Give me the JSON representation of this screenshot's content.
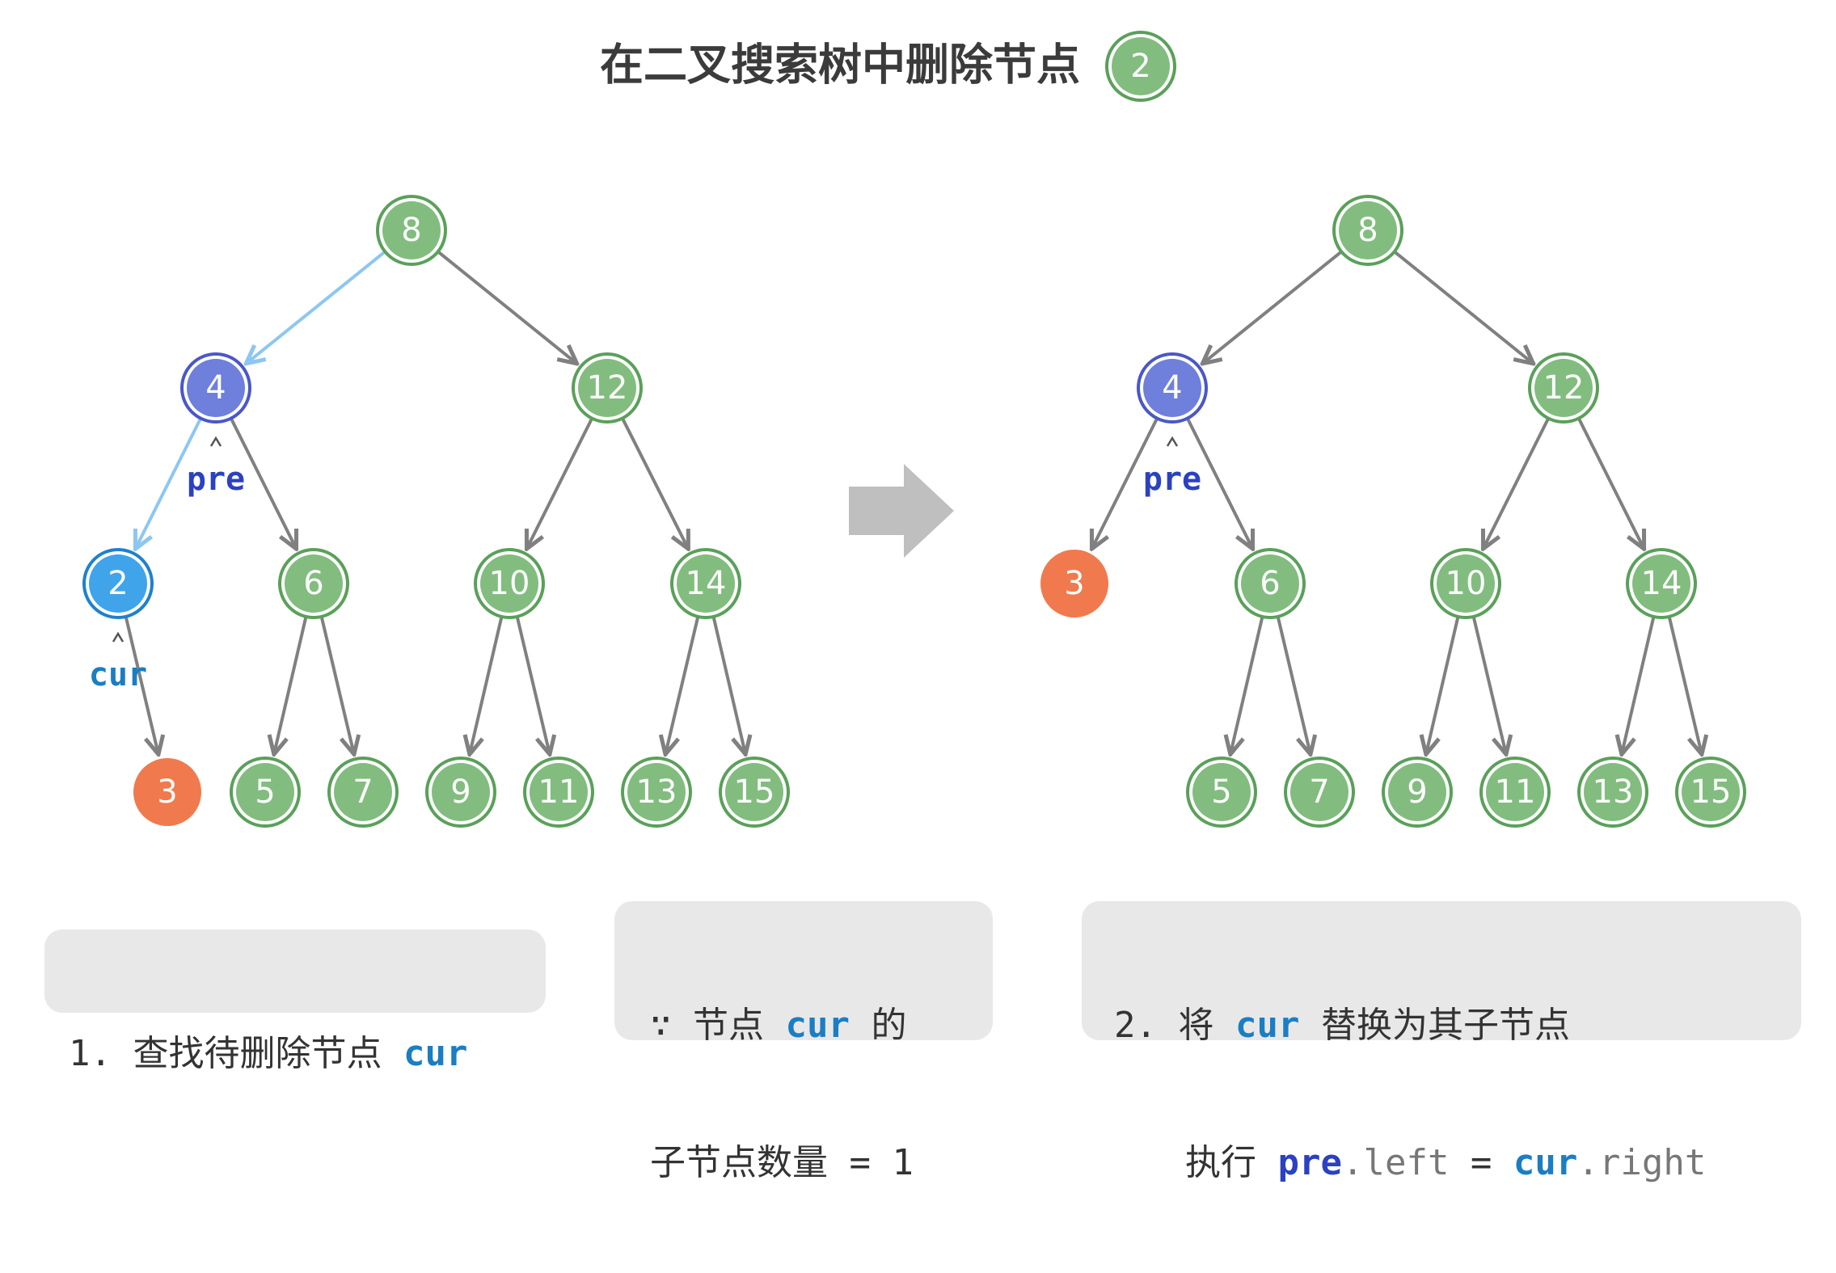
{
  "title": {
    "text": "在二叉搜索树中删除节点",
    "badge_value": "2"
  },
  "colors": {
    "green_node": "#82bd7f",
    "green_ring": "#5aa05a",
    "purple_node": "#6e7fdc",
    "purple_ring": "#4a57c8",
    "blue_node": "#3fa4ea",
    "blue_ring": "#1f80cf",
    "orange_node": "#f07a4d",
    "edge": "#808080",
    "edge_highlight": "#8cc7f2",
    "cur_label": "#1b7ec2",
    "pre_label": "#2b41c2",
    "arrow_gray": "#bfbfbf",
    "caption_bg": "#e8e8e8"
  },
  "before_tree": {
    "nodes": [
      {
        "id": "n8",
        "value": "8",
        "style": "green"
      },
      {
        "id": "n4",
        "value": "4",
        "style": "purple"
      },
      {
        "id": "n12",
        "value": "12",
        "style": "green"
      },
      {
        "id": "n2",
        "value": "2",
        "style": "blue"
      },
      {
        "id": "n6",
        "value": "6",
        "style": "green"
      },
      {
        "id": "n10",
        "value": "10",
        "style": "green"
      },
      {
        "id": "n14",
        "value": "14",
        "style": "green"
      },
      {
        "id": "n3",
        "value": "3",
        "style": "orange"
      },
      {
        "id": "n5",
        "value": "5",
        "style": "green"
      },
      {
        "id": "n7",
        "value": "7",
        "style": "green"
      },
      {
        "id": "n9",
        "value": "9",
        "style": "green"
      },
      {
        "id": "n11",
        "value": "11",
        "style": "green"
      },
      {
        "id": "n13",
        "value": "13",
        "style": "green"
      },
      {
        "id": "n15",
        "value": "15",
        "style": "green"
      }
    ],
    "edges": [
      {
        "from": "n8",
        "to": "n4",
        "highlight": true
      },
      {
        "from": "n8",
        "to": "n12",
        "highlight": false
      },
      {
        "from": "n4",
        "to": "n2",
        "highlight": true
      },
      {
        "from": "n4",
        "to": "n6",
        "highlight": false
      },
      {
        "from": "n12",
        "to": "n10",
        "highlight": false
      },
      {
        "from": "n12",
        "to": "n14",
        "highlight": false
      },
      {
        "from": "n2",
        "to": "n3",
        "highlight": false
      },
      {
        "from": "n6",
        "to": "n5",
        "highlight": false
      },
      {
        "from": "n6",
        "to": "n7",
        "highlight": false
      },
      {
        "from": "n10",
        "to": "n9",
        "highlight": false
      },
      {
        "from": "n10",
        "to": "n11",
        "highlight": false
      },
      {
        "from": "n14",
        "to": "n13",
        "highlight": false
      },
      {
        "from": "n14",
        "to": "n15",
        "highlight": false
      }
    ],
    "pointers": [
      {
        "node": "n4",
        "label": "pre"
      },
      {
        "node": "n2",
        "label": "cur"
      }
    ]
  },
  "after_tree": {
    "nodes": [
      {
        "id": "n8",
        "value": "8",
        "style": "green"
      },
      {
        "id": "n4",
        "value": "4",
        "style": "purple"
      },
      {
        "id": "n12",
        "value": "12",
        "style": "green"
      },
      {
        "id": "n3",
        "value": "3",
        "style": "orange"
      },
      {
        "id": "n6",
        "value": "6",
        "style": "green"
      },
      {
        "id": "n10",
        "value": "10",
        "style": "green"
      },
      {
        "id": "n14",
        "value": "14",
        "style": "green"
      },
      {
        "id": "n5",
        "value": "5",
        "style": "green"
      },
      {
        "id": "n7",
        "value": "7",
        "style": "green"
      },
      {
        "id": "n9",
        "value": "9",
        "style": "green"
      },
      {
        "id": "n11",
        "value": "11",
        "style": "green"
      },
      {
        "id": "n13",
        "value": "13",
        "style": "green"
      },
      {
        "id": "n15",
        "value": "15",
        "style": "green"
      }
    ],
    "edges": [
      {
        "from": "n8",
        "to": "n4",
        "highlight": false
      },
      {
        "from": "n8",
        "to": "n12",
        "highlight": false
      },
      {
        "from": "n4",
        "to": "n3",
        "highlight": false
      },
      {
        "from": "n4",
        "to": "n6",
        "highlight": false
      },
      {
        "from": "n12",
        "to": "n10",
        "highlight": false
      },
      {
        "from": "n12",
        "to": "n14",
        "highlight": false
      },
      {
        "from": "n6",
        "to": "n5",
        "highlight": false
      },
      {
        "from": "n6",
        "to": "n7",
        "highlight": false
      },
      {
        "from": "n10",
        "to": "n9",
        "highlight": false
      },
      {
        "from": "n10",
        "to": "n11",
        "highlight": false
      },
      {
        "from": "n14",
        "to": "n13",
        "highlight": false
      },
      {
        "from": "n14",
        "to": "n15",
        "highlight": false
      }
    ],
    "pointers": [
      {
        "node": "n4",
        "label": "pre"
      }
    ]
  },
  "captions": {
    "step1": {
      "prefix": "1. 查找待删除节点 ",
      "var": "cur"
    },
    "note": {
      "line1_prefix": "∵ 节点 ",
      "line1_var": "cur",
      "line1_suffix": " 的",
      "line2": "子节点数量 = 1"
    },
    "step2": {
      "line1_prefix": "2. 将 ",
      "line1_var": "cur",
      "line1_suffix": " 替换为其子节点",
      "line2_prefix": "执行 ",
      "line2_pre": "pre",
      "line2_left": ".left",
      "line2_eq": " = ",
      "line2_cur": "cur",
      "line2_right": ".right"
    }
  }
}
